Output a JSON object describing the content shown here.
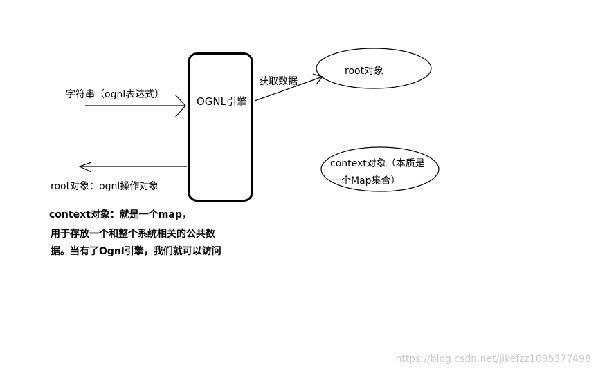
{
  "diagram": {
    "input_label": "字符串（ognl表达式）",
    "engine_label": "OGNL引擎",
    "fetch_label": "获取数据",
    "root_ellipse_label": "root对象",
    "context_ellipse_line1": "context对象（本质是",
    "context_ellipse_line2": "一个Map集合）",
    "output_label": "root对象：ognl操作对象"
  },
  "notes": {
    "line1": "context对象：就是一个map，",
    "line2": "用于存放一个和整个系统相关的公共数",
    "line3": "据。当有了Ognl引擎，我们就可以访问"
  },
  "watermark": "https://blog.csdn.net/jikefzz1095377498"
}
